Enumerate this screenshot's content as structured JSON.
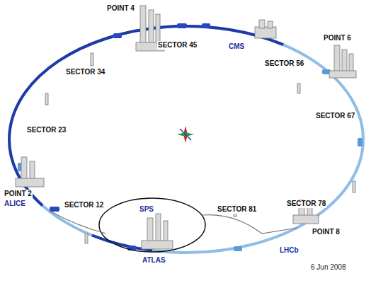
{
  "diagram": {
    "labels": [
      "POINT 4",
      "SECTOR 45",
      "CMS",
      "SECTOR 34",
      "POINT 6",
      "SECTOR 56",
      "SECTOR 67",
      "SECTOR 23",
      "POINT 2",
      "ALICE",
      "SECTOR 12",
      "SPS",
      "SECTOR 81",
      "SECTOR 78",
      "POINT 8",
      "LHCb",
      "ATLAS",
      "6 Jun 2008"
    ]
  }
}
